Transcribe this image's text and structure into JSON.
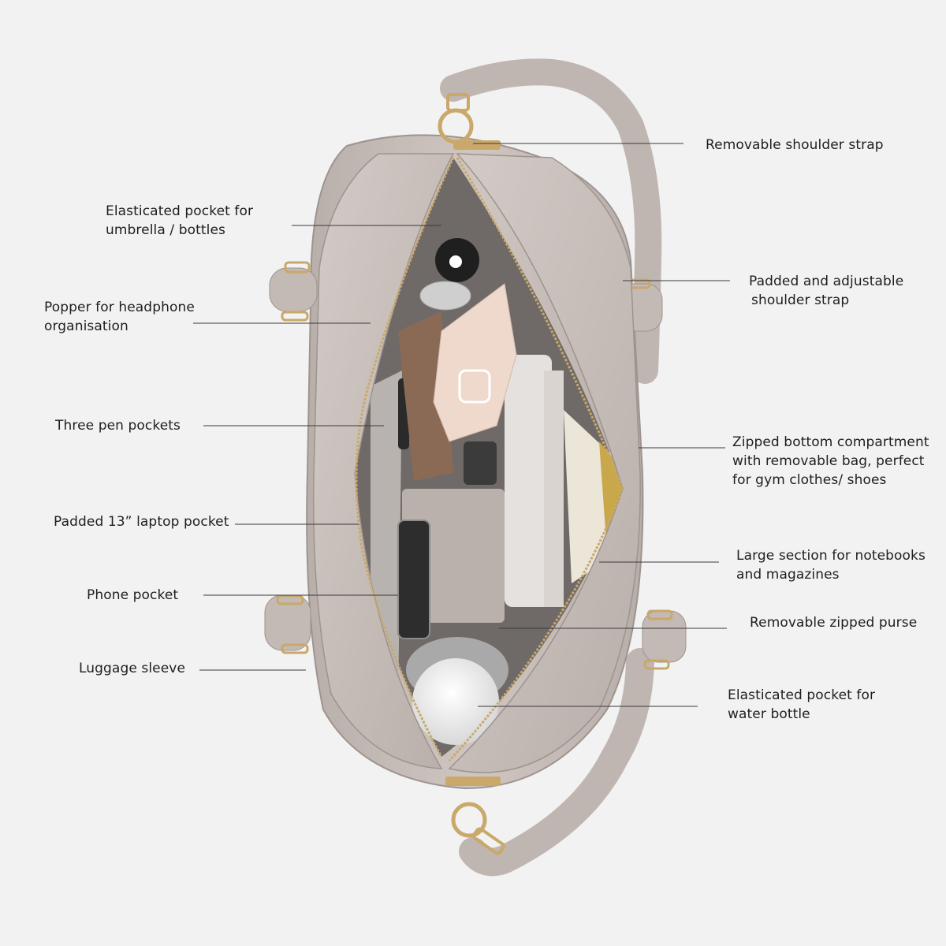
{
  "labels": {
    "removable_strap": "Removable shoulder strap",
    "elasticated_umbrella": [
      "Elasticated pocket for",
      "umbrella / bottles"
    ],
    "popper_headphone": [
      "Popper for headphone",
      "organisation"
    ],
    "pen_pockets": "Three pen pockets",
    "padded_strap": [
      "Padded and adjustable",
      "shoulder strap"
    ],
    "zipped_bottom": [
      "Zipped bottom compartment",
      "with removable bag, perfect",
      "for gym clothes/ shoes"
    ],
    "laptop_pocket": "Padded 13” laptop pocket",
    "notebooks": [
      "Large section for notebooks",
      "and magazines"
    ],
    "phone_pocket": "Phone pocket",
    "zipped_purse": "Removable zipped purse",
    "luggage_sleeve": "Luggage sleeve",
    "water_bottle": [
      "Elasticated pocket for",
      "water bottle"
    ]
  },
  "colors": {
    "background": "#f2f2f2",
    "bag_taupe": "#c8bfbb",
    "lining": "#e4e1de",
    "hardware_gold": "#c9a869",
    "leader_line": "#3a3a3a"
  }
}
